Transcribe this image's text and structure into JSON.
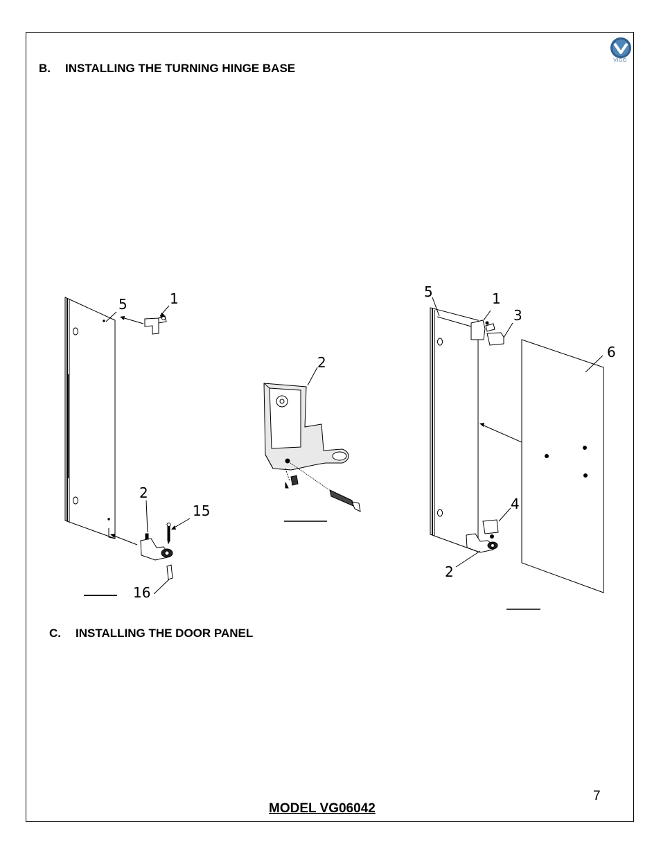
{
  "logo": {
    "text": "VIGO",
    "icon": "vigo-chevron-logo",
    "color": "#2f5f8e"
  },
  "sections": {
    "b": {
      "letter": "B.",
      "title": "INSTALLING THE TURNING HINGE BASE"
    },
    "c": {
      "letter": "C.",
      "title": "INSTALLING THE DOOR PANEL"
    }
  },
  "figure_left": {
    "callouts": [
      "5",
      "1",
      "2",
      "15",
      "16"
    ]
  },
  "figure_center": {
    "callouts": [
      "2"
    ]
  },
  "figure_right": {
    "callouts": [
      "5",
      "1",
      "3",
      "6",
      "4",
      "2"
    ]
  },
  "footer": {
    "page_number": "7",
    "model": "MODEL VG06042"
  }
}
